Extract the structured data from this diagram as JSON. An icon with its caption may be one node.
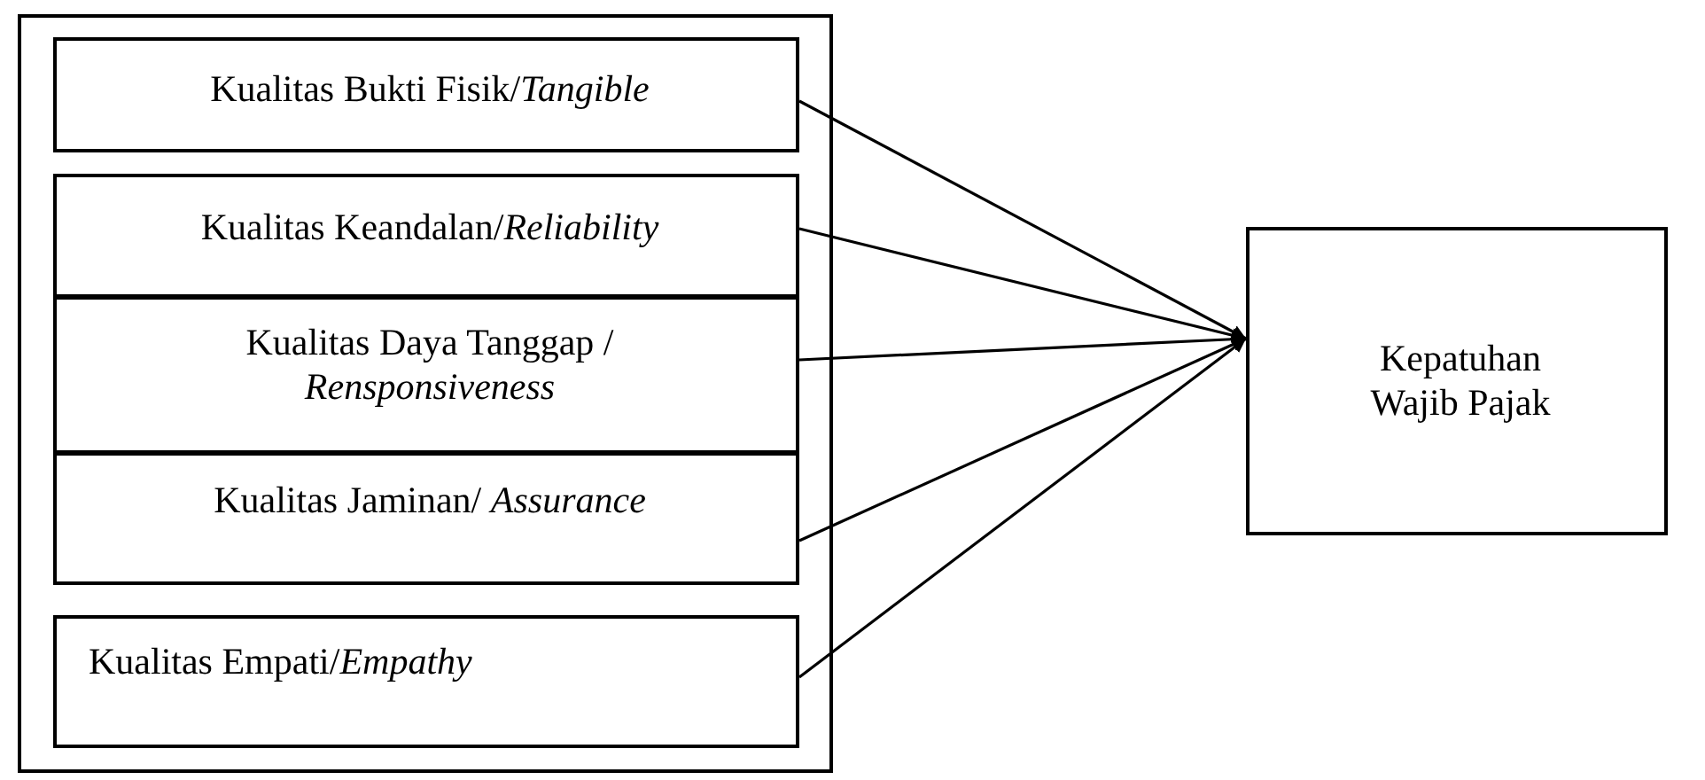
{
  "diagram": {
    "nodes": [
      {
        "text": [],
        "shape": "box"
      },
      {
        "text": [
          "Kualitas Bukti Fisik/*Tangible*"
        ],
        "in": 0
      },
      {
        "text": [
          "Kualitas Keandalan/*Reliability*"
        ],
        "in": 0
      },
      {
        "text": [
          "Kualitas Daya Tanggap / *Rensponsiveness*"
        ],
        "in": 0
      },
      {
        "text": [
          "Kualitas Jaminan/ *Assurance*"
        ],
        "in": 0
      },
      {
        "text": [
          "Kualitas Empati/*Empathy*"
        ],
        "in": 0
      },
      {
        "text": [
          "Kepatuhan Wajib Pajak"
        ]
      }
    ],
    "edges": [
      {
        "from": 1,
        "to": 6,
        "arrow": "to"
      },
      {
        "from": 2,
        "to": 6,
        "arrow": "to"
      },
      {
        "from": 3,
        "to": 6,
        "arrow": "to"
      },
      {
        "from": 4,
        "to": 6,
        "arrow": "to"
      },
      {
        "from": 5,
        "to": 6,
        "arrow": "to"
      }
    ]
  }
}
